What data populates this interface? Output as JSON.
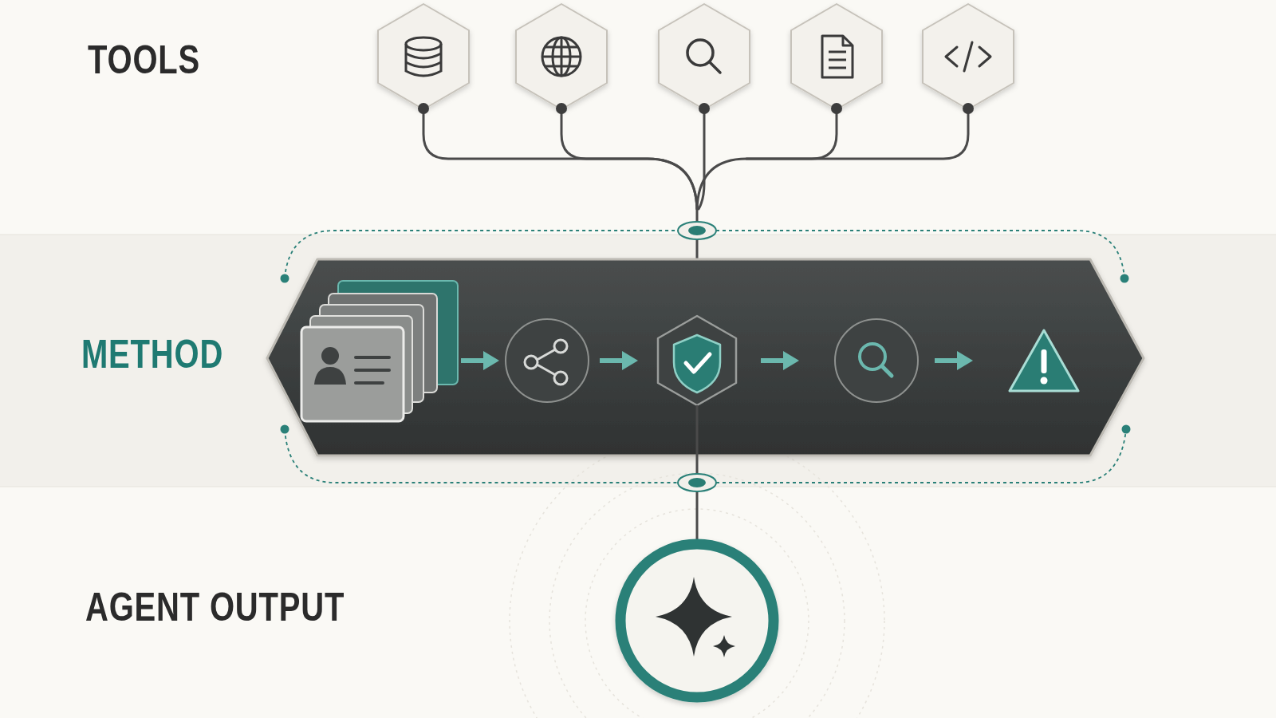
{
  "diagram": {
    "labels": [
      "TOOLS",
      "METHOD",
      "AGENT OUTPUT"
    ]
  }
}
